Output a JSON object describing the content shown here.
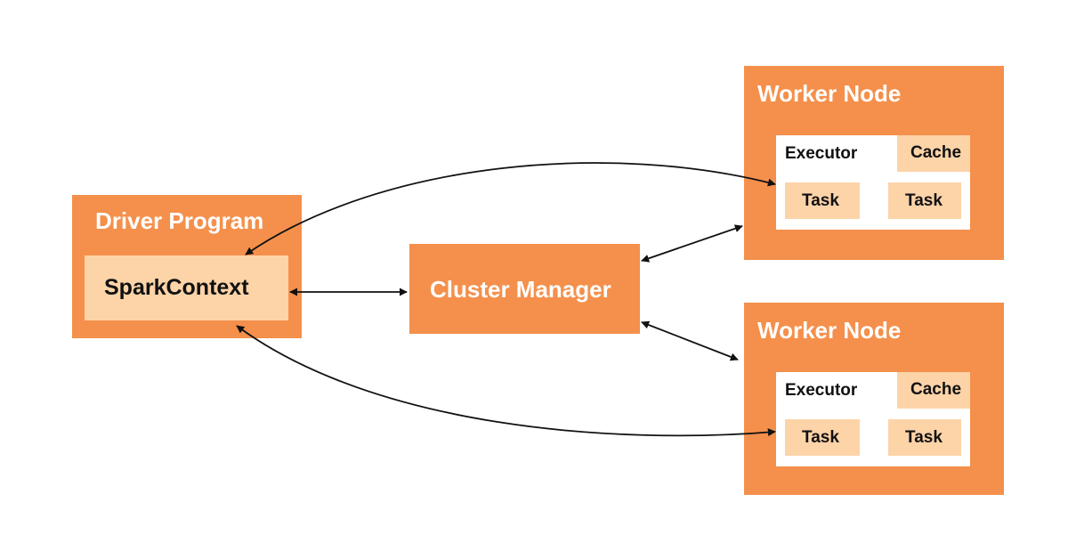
{
  "colors": {
    "box_orange": "#f4904c",
    "box_light": "#fdd3a8",
    "arrow": "#111111"
  },
  "driver": {
    "title": "Driver Program",
    "spark_context": "SparkContext"
  },
  "cluster_manager": {
    "label": "Cluster Manager"
  },
  "workers": [
    {
      "title": "Worker Node",
      "executor": "Executor",
      "cache": "Cache",
      "tasks": [
        "Task",
        "Task"
      ]
    },
    {
      "title": "Worker Node",
      "executor": "Executor",
      "cache": "Cache",
      "tasks": [
        "Task",
        "Task"
      ]
    }
  ],
  "connections": [
    {
      "from": "SparkContext",
      "to": "Cluster Manager",
      "direction": "both"
    },
    {
      "from": "Cluster Manager",
      "to": "Worker Node 1",
      "direction": "both"
    },
    {
      "from": "Cluster Manager",
      "to": "Worker Node 2",
      "direction": "both"
    },
    {
      "from": "Executor 1",
      "to": "SparkContext",
      "direction": "both"
    },
    {
      "from": "Executor 2",
      "to": "SparkContext",
      "direction": "both"
    }
  ]
}
